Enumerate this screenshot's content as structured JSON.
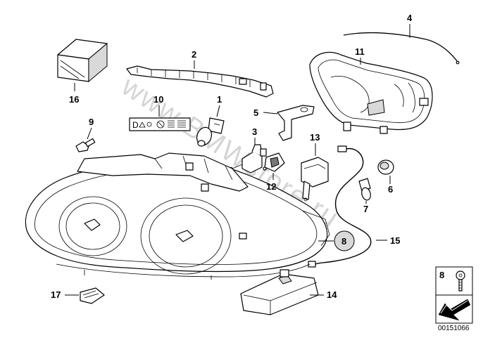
{
  "watermark": "www.BMWstore.ru",
  "diagram_code": "00151066",
  "warning_label_text": "D",
  "callouts": [
    {
      "id": "c1",
      "label": "1"
    },
    {
      "id": "c2",
      "label": "2"
    },
    {
      "id": "c3",
      "label": "3"
    },
    {
      "id": "c4",
      "label": "4"
    },
    {
      "id": "c5",
      "label": "5"
    },
    {
      "id": "c6",
      "label": "6"
    },
    {
      "id": "c7",
      "label": "7"
    },
    {
      "id": "c8",
      "label": "8"
    },
    {
      "id": "c8b",
      "label": "8"
    },
    {
      "id": "c9",
      "label": "9"
    },
    {
      "id": "c10",
      "label": "10"
    },
    {
      "id": "c11",
      "label": "11"
    },
    {
      "id": "c12",
      "label": "12"
    },
    {
      "id": "c13",
      "label": "13"
    },
    {
      "id": "c14",
      "label": "14"
    },
    {
      "id": "c15",
      "label": "15"
    },
    {
      "id": "c16",
      "label": "16"
    },
    {
      "id": "c17",
      "label": "17"
    }
  ]
}
